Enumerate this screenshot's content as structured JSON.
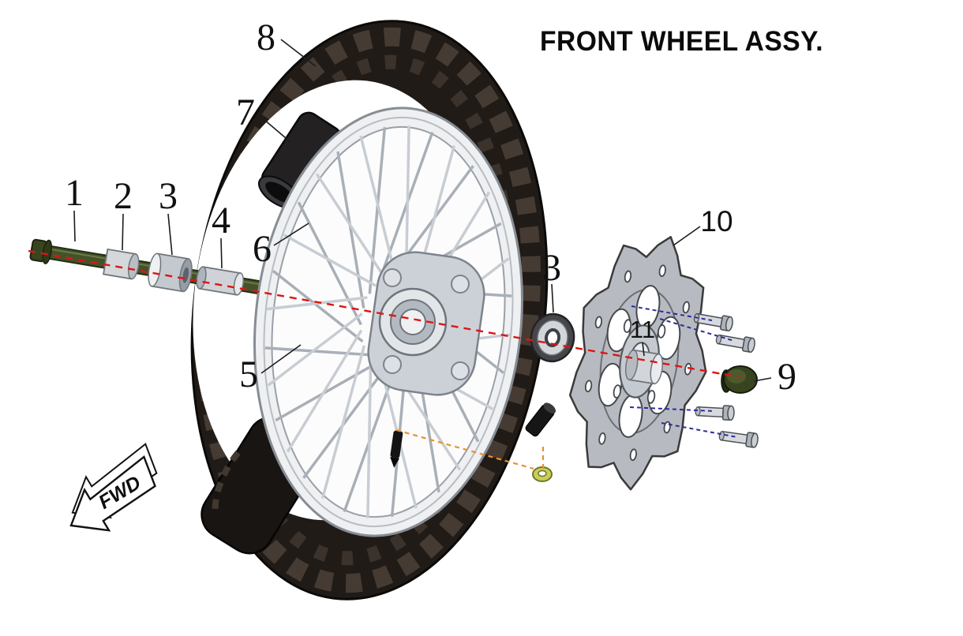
{
  "title": "FRONT WHEEL ASSY.",
  "fwd": "FWD",
  "callouts": [
    {
      "label": "1"
    },
    {
      "label": "2"
    },
    {
      "label": "3"
    },
    {
      "label": "4"
    },
    {
      "label": "5"
    },
    {
      "label": "6"
    },
    {
      "label": "7"
    },
    {
      "label": "8"
    },
    {
      "label": "9"
    },
    {
      "label": "10"
    },
    {
      "label": "11"
    },
    {
      "label": "3"
    }
  ],
  "colors": {
    "centerline": "#dd1515",
    "bolt_guides": "#2c2c9e",
    "valve_guide": "#e8912a"
  }
}
